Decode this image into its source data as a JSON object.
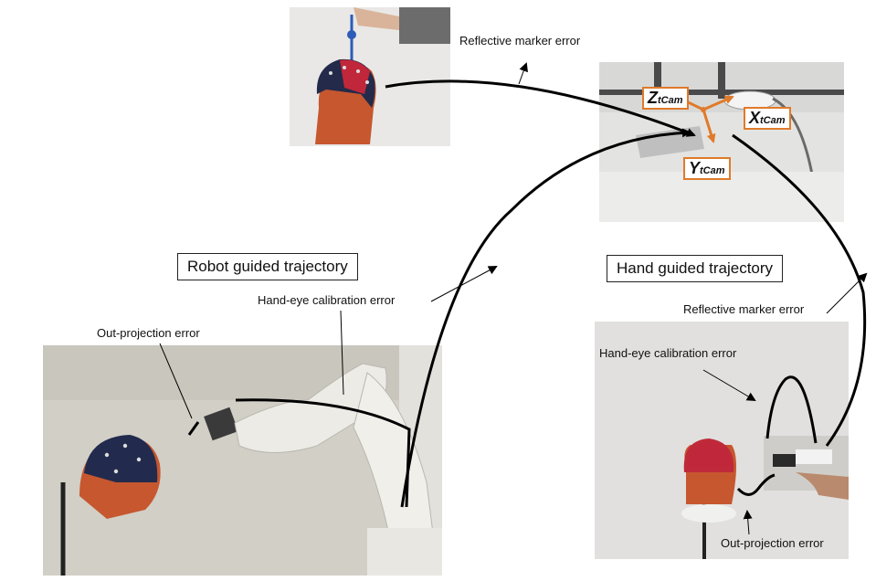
{
  "labels": {
    "reflective_top": "Reflective marker error",
    "reflective_right": "Reflective marker error",
    "handeye_robot": "Hand-eye calibration  error",
    "handeye_hand": "Hand-eye calibration error",
    "outproj_robot": "Out-projection error",
    "outproj_hand": "Out-projection error"
  },
  "boxes": {
    "robot": "Robot guided trajectory",
    "hand": "Hand guided trajectory"
  },
  "axes": {
    "z": {
      "main": "Z",
      "sub": "tCam"
    },
    "x": {
      "main": "X",
      "sub": "tCam"
    },
    "y": {
      "main": "Y",
      "sub": "tCam"
    }
  },
  "colors": {
    "axis_arrow": "#e07a2a",
    "trajectory": "#000000"
  }
}
